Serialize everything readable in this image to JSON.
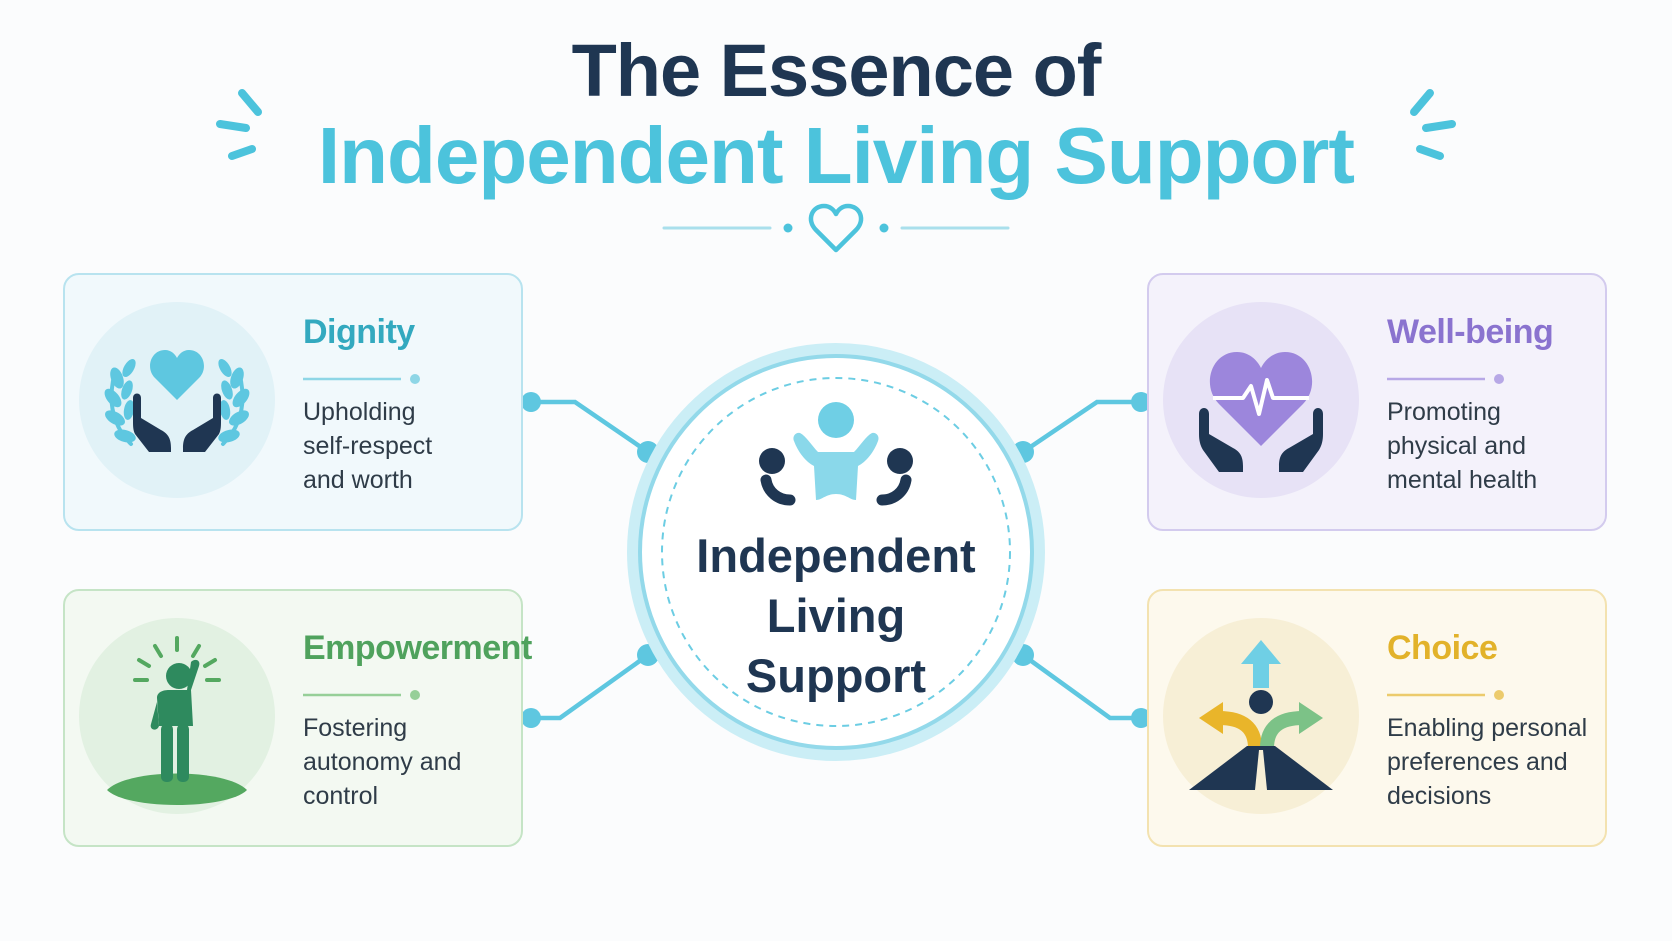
{
  "header": {
    "title_line1": "The Essence of",
    "title_line2": "Independent Living Support"
  },
  "center": {
    "label_lines": [
      "Independent",
      "Living",
      "Support"
    ]
  },
  "cards": {
    "dignity": {
      "title": "Dignity",
      "desc_lines": [
        "Upholding",
        "self-respect",
        "and worth"
      ],
      "color": "#33a9bf"
    },
    "wellbeing": {
      "title": "Well-being",
      "desc_lines": [
        "Promoting",
        "physical and",
        "mental health"
      ],
      "color": "#8a73cf"
    },
    "empowerment": {
      "title": "Empowerment",
      "desc_lines": [
        "Fostering",
        "autonomy and",
        "control"
      ],
      "color": "#4fa25d"
    },
    "choice": {
      "title": "Choice",
      "desc_lines": [
        "Enabling personal",
        "preferences and",
        "decisions"
      ],
      "color": "#e2b22a"
    }
  },
  "icons": {
    "header": "heart-icon",
    "center": "people-support-icon",
    "dignity": "hands-heart-laurel-icon",
    "wellbeing": "hands-heartbeat-icon",
    "empowerment": "person-raised-arm-icon",
    "choice": "crossroads-arrows-icon"
  },
  "colors": {
    "title_dark": "#1f3652",
    "title_accent": "#4cc3dc",
    "connector": "#5ec7e0"
  }
}
